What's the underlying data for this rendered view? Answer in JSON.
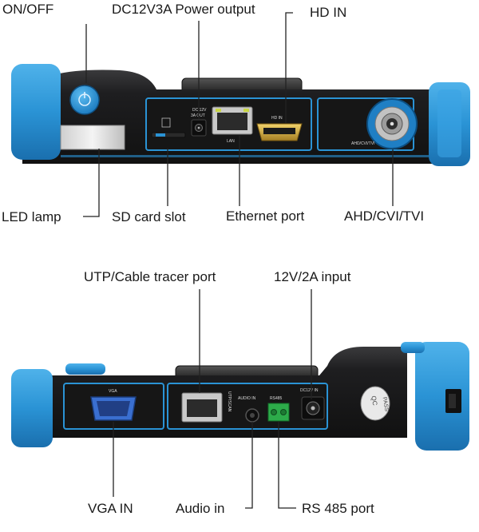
{
  "top_labels": {
    "on_off": "ON/OFF",
    "dc_power": "DC12V3A Power output",
    "hd_in": "HD IN",
    "led_lamp": "LED lamp",
    "sd_slot": "SD card slot",
    "ethernet": "Ethernet port",
    "ahd": "AHD/CVI/TVI"
  },
  "bottom_labels": {
    "utp": "UTP/Cable tracer port",
    "input_12v": "12V/2A input",
    "vga": "VGA IN",
    "audio": "Audio in",
    "rs485": "RS 485 port"
  },
  "device_print": {
    "dc_out": "DC 12V",
    "dc_out_2": "3A OUT",
    "lan": "LAN",
    "hd_in": "HD IN",
    "ahd": "AHD/CVI/TVI",
    "vga": "VGA",
    "utp": "UTP/SCAN",
    "audio_in": "AUDIO IN",
    "rs485": "RS485",
    "dc_in": "DC12V IN",
    "qc1": "QC",
    "qc2": "PASS"
  },
  "colors": {
    "body": "#1c1c1e",
    "bumper": "#2a93d5",
    "accent_ring": "#1f7fc4"
  }
}
